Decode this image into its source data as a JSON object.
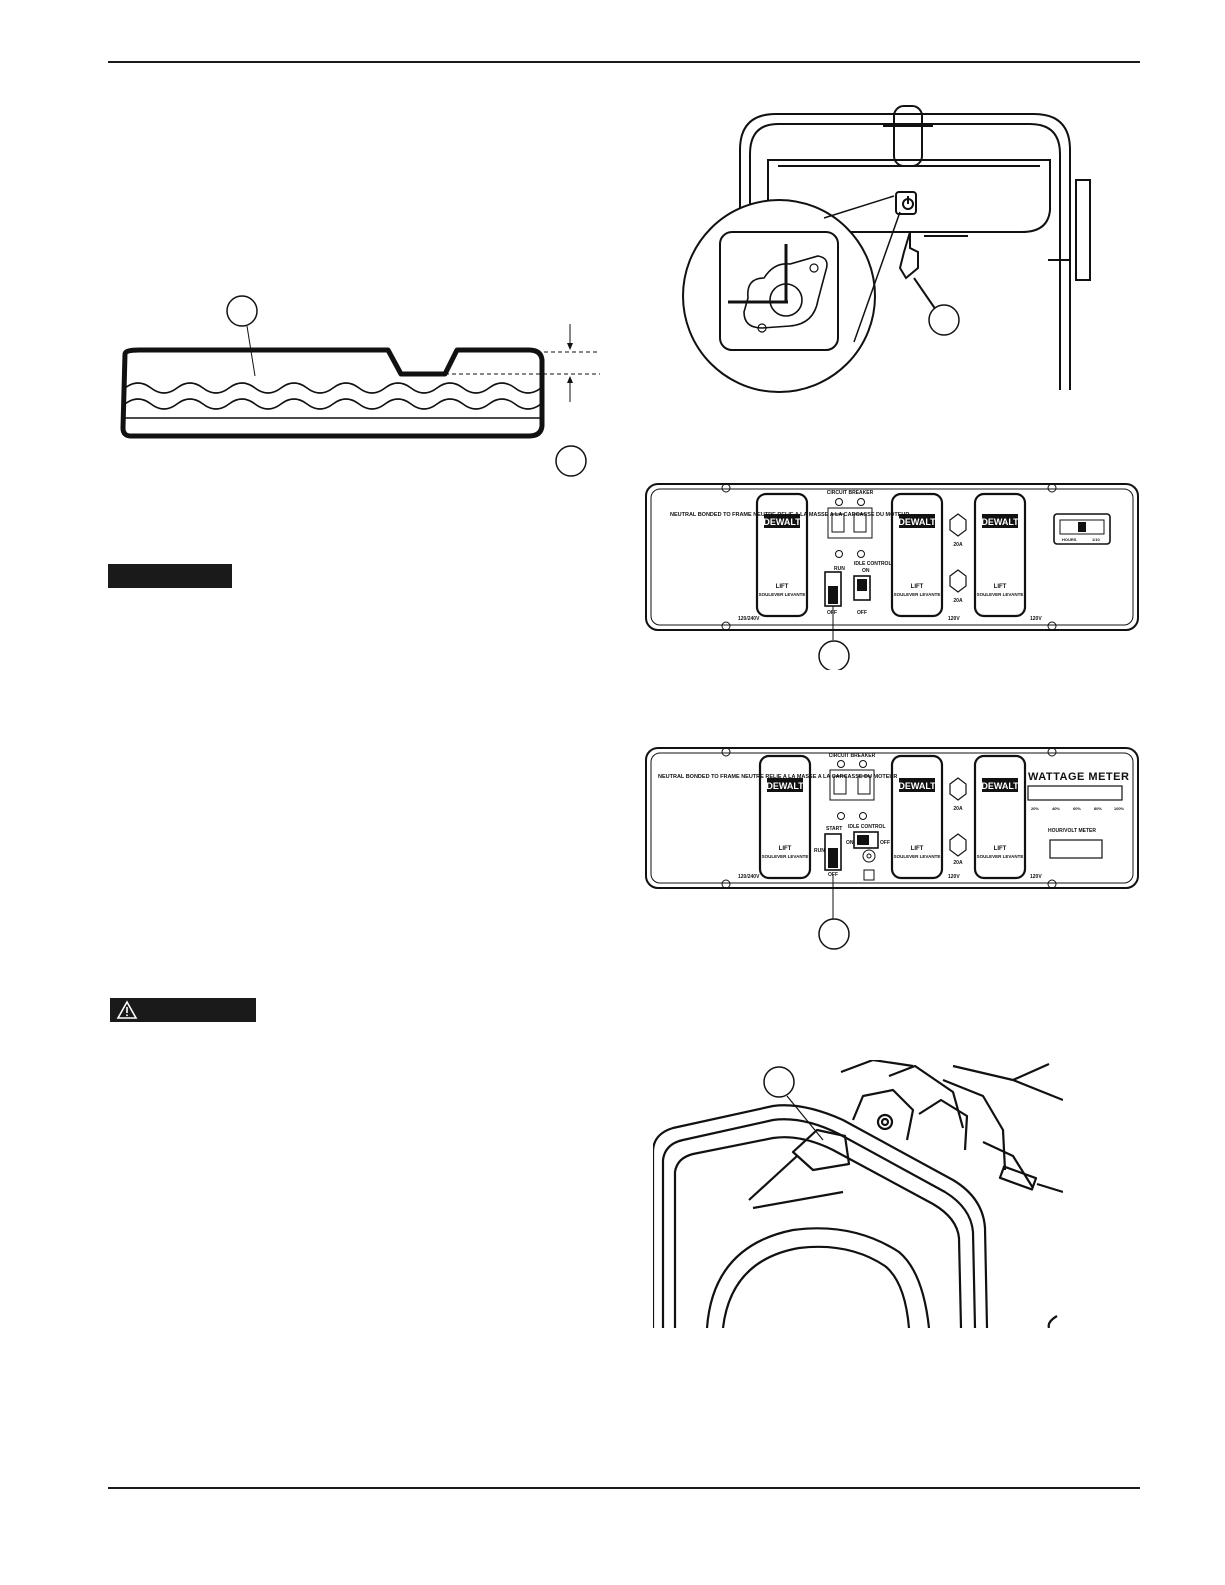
{
  "panel_a": {
    "outlet_text": "NEUTRAL BONDED TO FRAME NEUTRE RELIE A LA MASSE A LA CARCASSE DU MOTEUR",
    "circuit_breaker": "CIRCUIT BREAKER",
    "brand_1": "DEWALT",
    "brand_2": "DEWALT",
    "brand_3": "DEWALT",
    "run_label": "RUN",
    "idle_label": "IDLE CONTROL",
    "on_label": "ON",
    "off_label_1": "OFF",
    "off_label_2": "OFF",
    "amp_1": "20A",
    "amp_2": "20A",
    "lift_text": "LIFT",
    "lift_sub": "SOULEVER LEVANTE",
    "volt_1": "120/240V",
    "volt_2": "120V",
    "volt_3": "120V",
    "hour_meter": "HOURS",
    "hour_unit": "1/10"
  },
  "panel_b": {
    "outlet_text": "NEUTRAL BONDED TO FRAME NEUTRE RELIE A LA MASSE A LA CARCASSE DU MOTEUR",
    "circuit_breaker": "CIRCUIT BREAKER",
    "brand_1": "DEWALT",
    "brand_2": "DEWALT",
    "brand_3": "DEWALT",
    "start_label": "START",
    "run_label": "RUN",
    "off_label": "OFF",
    "idle_label": "IDLE CONTROL",
    "on_label": "ON",
    "off_label_2": "OFF",
    "amp_1": "20A",
    "amp_2": "20A",
    "lift_text": "LIFT",
    "lift_sub": "SOULEVER LEVANTE",
    "volt_1": "120/240V",
    "volt_2": "120V",
    "volt_3": "120V",
    "wattage_title": "WATTAGE METER",
    "wattage_scale": [
      "20%",
      "40%",
      "60%",
      "80%",
      "100%"
    ],
    "hour_title": "HOUR/VOLT METER"
  }
}
